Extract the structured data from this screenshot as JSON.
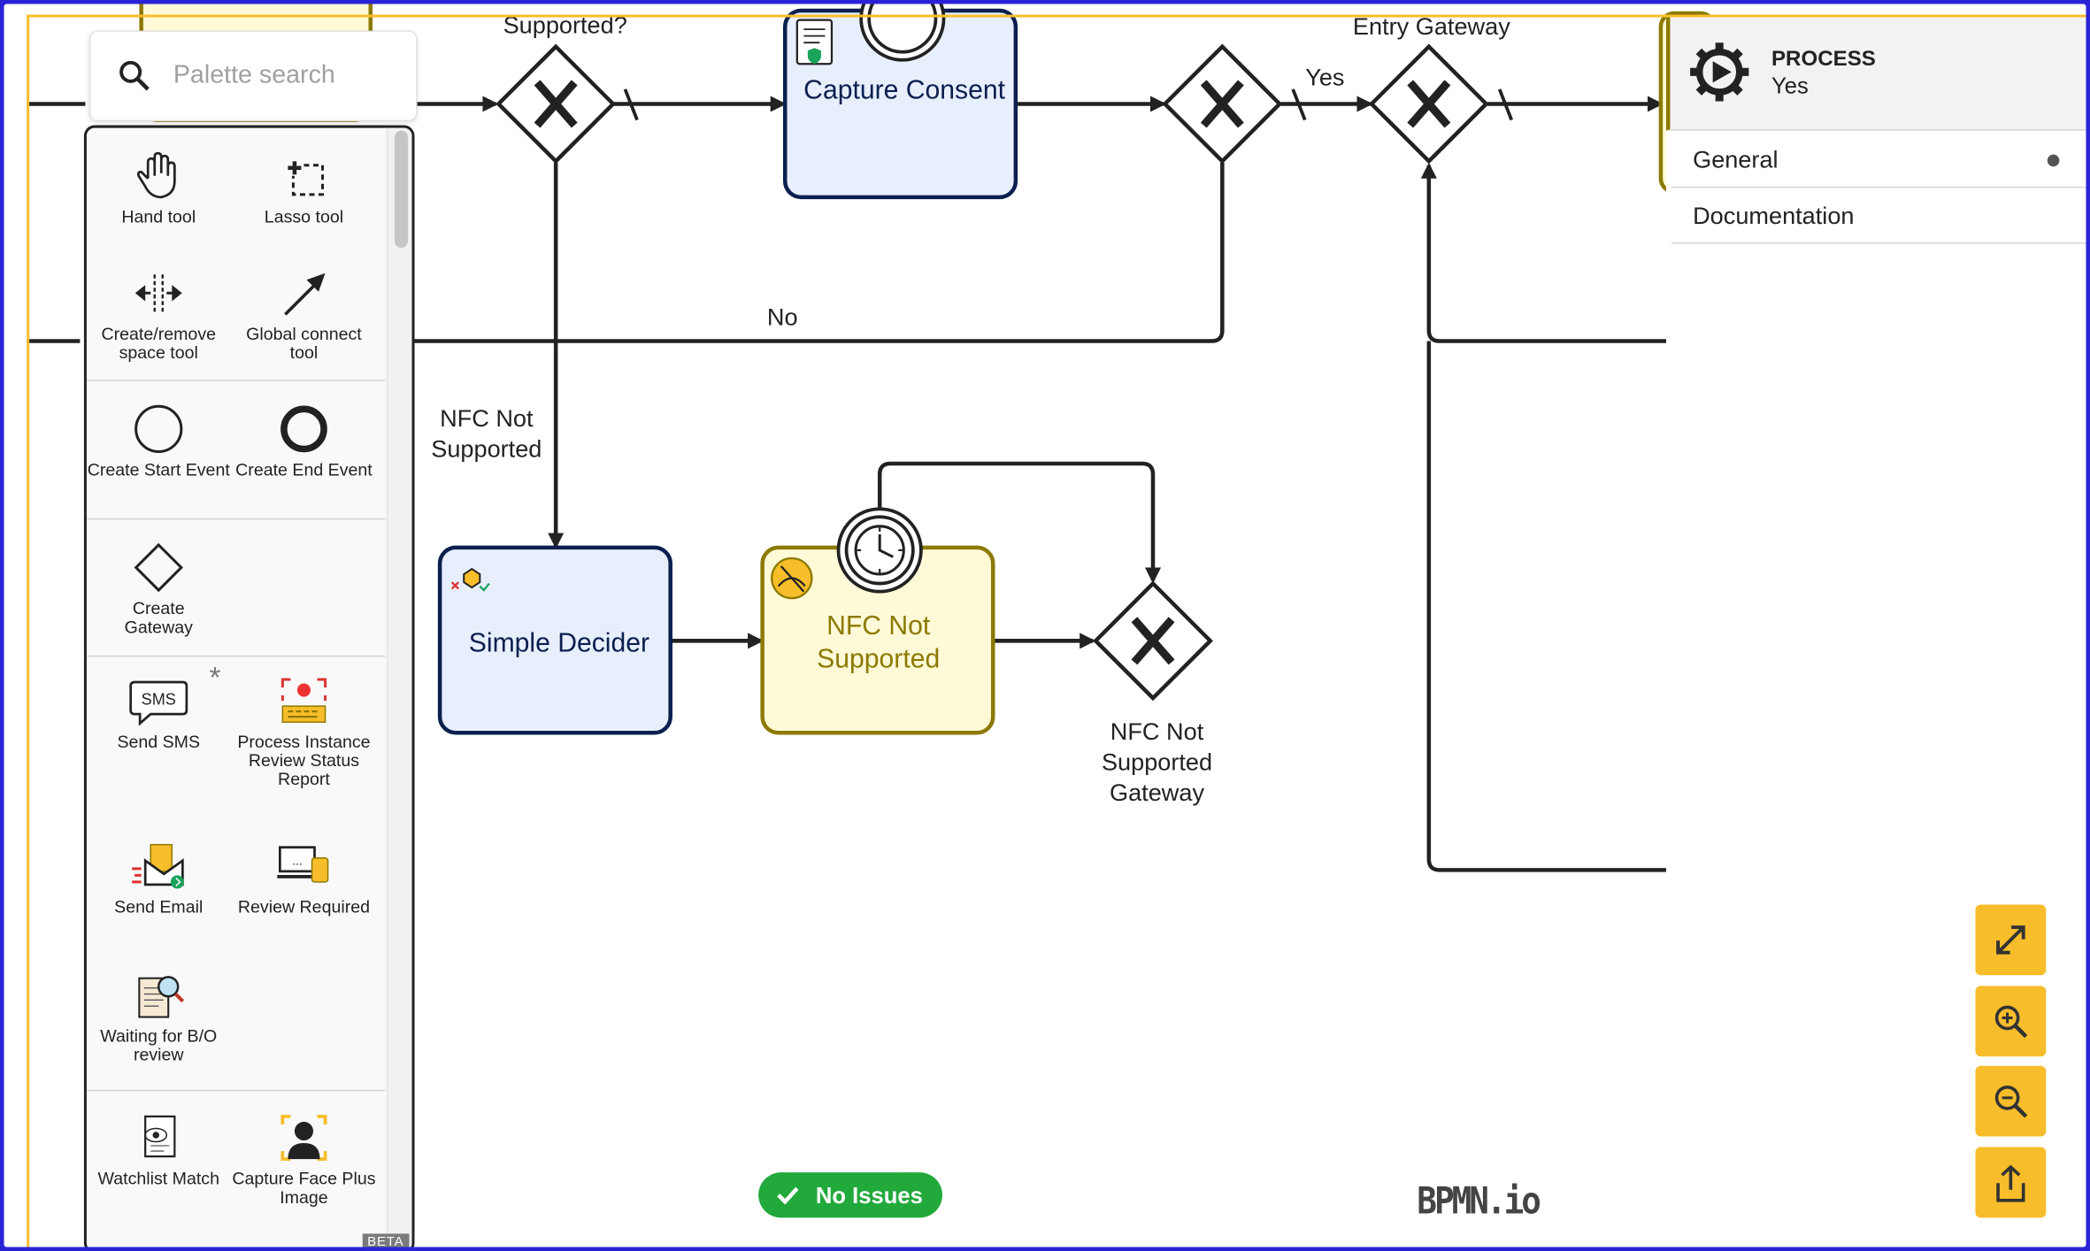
{
  "palette_search": {
    "placeholder": "Palette search",
    "icon": "search-icon"
  },
  "palette": {
    "tools": [
      {
        "label": "Hand tool",
        "icon": "hand-icon"
      },
      {
        "label": "Lasso tool",
        "icon": "lasso-icon"
      },
      {
        "label": "Create/remove space tool",
        "icon": "space-tool-icon"
      },
      {
        "label": "Global connect tool",
        "icon": "connect-arrow-icon"
      },
      {
        "label": "Create Start Event",
        "icon": "start-event-icon"
      },
      {
        "label": "Create End Event",
        "icon": "end-event-icon"
      },
      {
        "label": "Create Gateway",
        "icon": "gateway-icon"
      },
      {
        "label": "Send SMS",
        "icon": "sms-icon"
      },
      {
        "label": "Process Instance Review Status Report",
        "icon": "review-status-report-icon"
      },
      {
        "label": "Send Email",
        "icon": "send-email-icon"
      },
      {
        "label": "Review Required",
        "icon": "review-required-icon"
      },
      {
        "label": "Waiting for B/O review",
        "icon": "waiting-review-icon"
      },
      {
        "label": "Watchlist Match",
        "icon": "watchlist-match-icon"
      },
      {
        "label": "Capture Face Plus Image",
        "icon": "capture-face-icon"
      }
    ],
    "beta_badge": "BETA"
  },
  "diagram": {
    "labels": {
      "supported_q": "Supported?",
      "entry_gateway": "Entry Gateway",
      "yes": "Yes",
      "no": "No",
      "nfc_not_supported_flow": "NFC Not Supported",
      "nfc_gateway": "NFC Not Supported Gateway"
    },
    "tasks": {
      "capture_consent": "Capture Consent",
      "simple_decider": "Simple Decider",
      "nfc_not_supported": "NFC Not Supported"
    },
    "colors": {
      "blue_task_fill": "#e8effc",
      "blue_task_stroke": "#0b1f4f",
      "yellow_task_fill": "#fefad7",
      "yellow_task_stroke": "#8c7a00",
      "accent": "#f7bd2a"
    }
  },
  "properties": {
    "type": "PROCESS",
    "name": "Yes",
    "groups": [
      "General",
      "Documentation"
    ]
  },
  "status": {
    "label": "No Issues"
  },
  "watermark": "BPMN.io",
  "zoom_controls": [
    "fit-viewport",
    "zoom-in",
    "zoom-out",
    "export"
  ]
}
